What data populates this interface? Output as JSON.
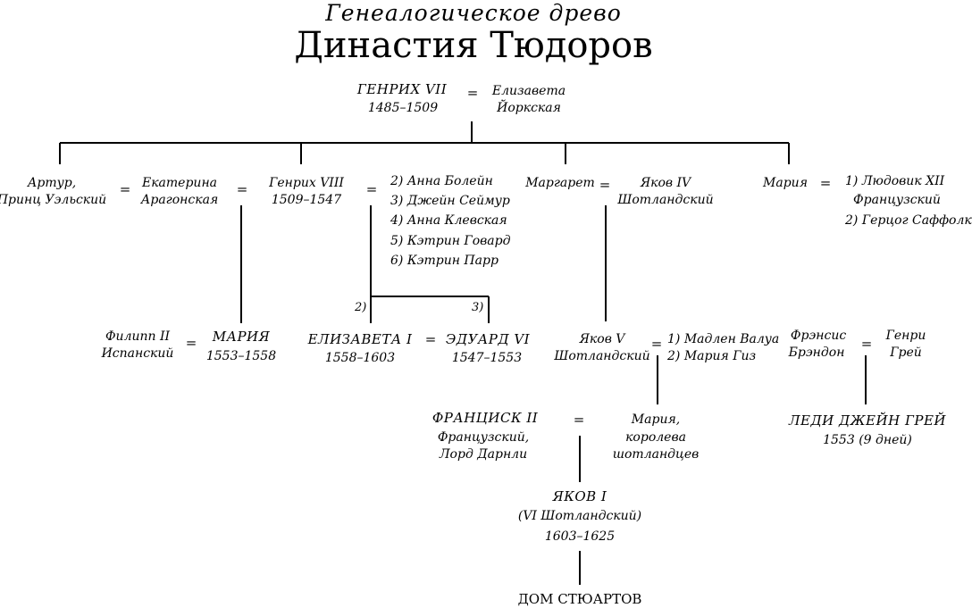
{
  "header": {
    "title": "Генеалогическое древо",
    "subtitle": "Династия Тюдоров"
  },
  "nodes": {
    "henry7": {
      "name": "ГЕНРИХ VII",
      "years": "1485–1509"
    },
    "elizabeth_york": {
      "line1": "Елизавета",
      "line2": "Йоркская"
    },
    "arthur": {
      "line1": "Артур,",
      "line2": "Принц Уэльский"
    },
    "catherine": {
      "line1": "Екатерина",
      "line2": "Арагонская"
    },
    "henry8": {
      "name": "Генрих VIII",
      "years": "1509–1547"
    },
    "henry8_wives": [
      "2) Анна Болейн",
      "3) Джейн Сеймур",
      "4) Анна Клевская",
      "5) Кэтрин Говард",
      "6) Кэтрин Парр"
    ],
    "margaret": {
      "name": "Маргарет"
    },
    "james4": {
      "line1": "Яков IV",
      "line2": "Шотландский"
    },
    "mary_rose": {
      "name": "Мария"
    },
    "mary_rose_spouses": [
      "1) Людовик XII",
      "Французский",
      "2) Герцог Саффолк"
    ],
    "philip2": {
      "line1": "Филипп II",
      "line2": "Испанский"
    },
    "mary1": {
      "name": "МАРИЯ",
      "years": "1553–1558"
    },
    "elizabeth1": {
      "name": "ЕЛИЗАВЕТА I",
      "years": "1558–1603"
    },
    "edward6": {
      "name": "ЭДУАРД VI",
      "years": "1547–1553"
    },
    "james5": {
      "line1": "Яков V",
      "line2": "Шотландский"
    },
    "james5_wives": [
      "1) Мадлен Валуа",
      "2) Мария Гиз"
    ],
    "frances": {
      "line1": "Фрэнсис",
      "line2": "Брэндон"
    },
    "henry_grey": {
      "line1": "Генри",
      "line2": "Грей"
    },
    "jane_grey": {
      "name": "ЛЕДИ ДЖЕЙН ГРЕЙ",
      "years": "1553 (9 дней)"
    },
    "francis2": {
      "line1": "ФРАНЦИСК II",
      "line2": "Французский,",
      "line3": "Лорд Дарнли"
    },
    "mary_scots": {
      "line1": "Мария,",
      "line2": "королева",
      "line3": "шотландцев"
    },
    "james1": {
      "name": "ЯКОВ I",
      "subtitle": "(VI Шотландский)",
      "years": "1603–1625"
    }
  },
  "marks": {
    "equals": "=",
    "branch_2": "2)",
    "branch_3": "3)"
  },
  "footer": {
    "label": "ДОМ СТЮАРТОВ"
  }
}
